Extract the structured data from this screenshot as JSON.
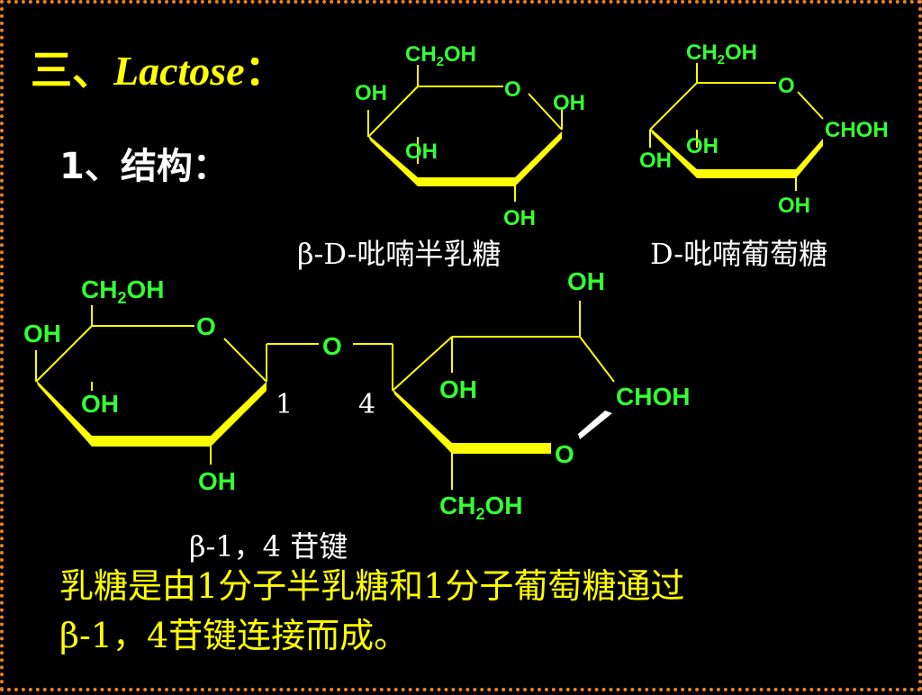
{
  "title": {
    "prefix": "三、",
    "name": "Lactose",
    "suffix": "："
  },
  "subtitle": "1、结构：",
  "structures": {
    "galactose_label": "β-D-吡喃半乳糖",
    "glucose_label": "D-吡喃葡萄糖",
    "ch2oh": "CH2OH",
    "ring_o": "O",
    "oh": "OH",
    "choh": "CHOH",
    "link_o": "O",
    "c1": "1",
    "c4": "4"
  },
  "bond_label": "β-1，4 苷键",
  "caption_line1": "乳糖是由1分子半乳糖和1分子葡萄糖通过",
  "caption_line2": "β-1，4苷键连接而成。",
  "colors": {
    "text": "#ffff00",
    "atoms": "#33ff33",
    "bonds": "#ffff00",
    "border": "#e8822a"
  }
}
